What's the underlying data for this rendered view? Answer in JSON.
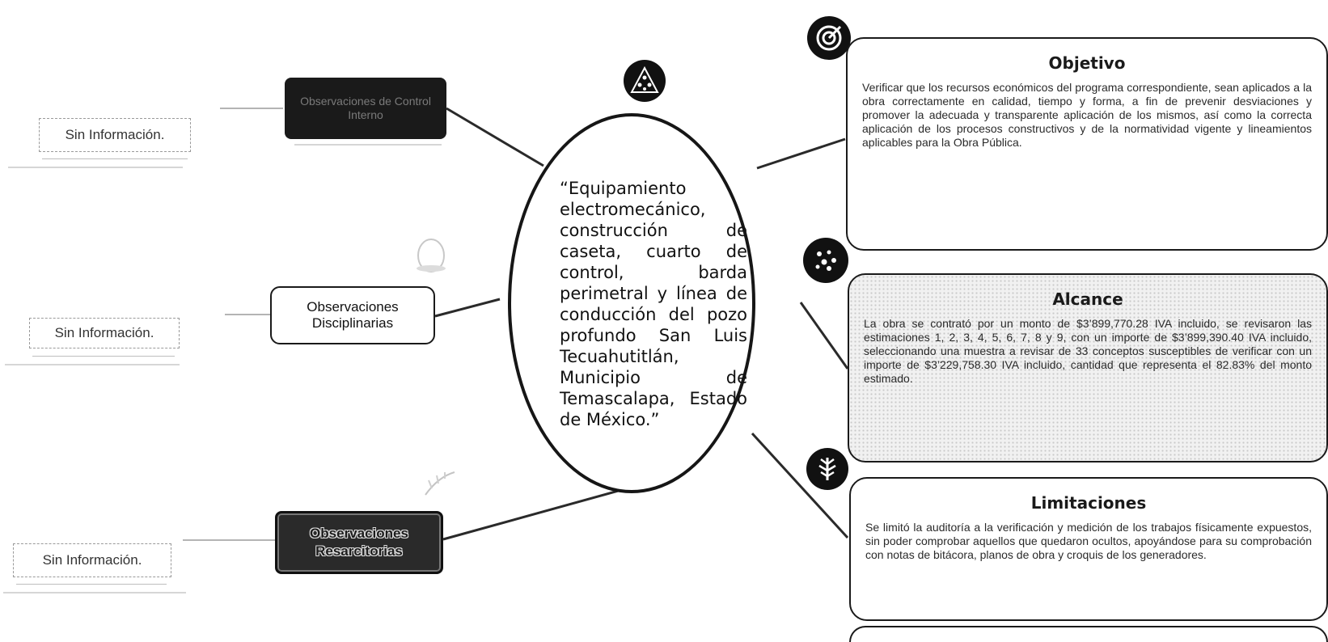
{
  "center": {
    "title": "“Equipamiento electromecánico, construcción de caseta, cuarto de control, barda perimetral y línea de conducción del pozo profundo San Luis Tecuahutitlán, Municipio de Temascalapa, Estado de México.”"
  },
  "left": {
    "sin_info": [
      {
        "text": "Sin Información."
      },
      {
        "text": "Sin Información."
      },
      {
        "text": "Sin Información."
      }
    ],
    "categories": [
      {
        "text": "Observaciones de Control Interno"
      },
      {
        "text": "Observaciones Disciplinarias"
      },
      {
        "text": "Observaciones Resarcitorias"
      }
    ]
  },
  "panels": {
    "objetivo": {
      "title": "Objetivo",
      "body": "Verificar que los recursos económicos del programa correspondiente, sean aplicados a la obra correctamente en calidad, tiempo y forma, a fin de prevenir desviaciones y promover la adecuada y transparente aplicación de los mismos, así como la correcta aplicación de los procesos constructivos y de la normatividad vigente y lineamientos aplicables para la Obra Pública."
    },
    "alcance": {
      "title": "Alcance",
      "body": "La obra se contrató por un monto de $3’899,770.28 IVA incluido, se revisaron las estimaciones 1, 2, 3, 4, 5, 6, 7, 8 y 9, con un importe de $3’899,390.40 IVA incluido, seleccionando una muestra a revisar de 33 conceptos susceptibles de verificar con un importe de $3’229,758.30 IVA incluido, cantidad que representa el 82.83% del monto estimado."
    },
    "limitaciones": {
      "title": "Limitaciones",
      "body": "Se limitó la auditoría a la verificación y medición de los trabajos físicamente expuestos, sin poder comprobar aquellos que quedaron ocultos, apoyándose para su comprobación con notas de bitácora, planos de obra y croquis de los generadores."
    }
  },
  "icons": [
    "target-icon",
    "pyramid-logo-icon",
    "dots-icon",
    "tree-icon",
    "egg-icon",
    "feather-icon"
  ]
}
